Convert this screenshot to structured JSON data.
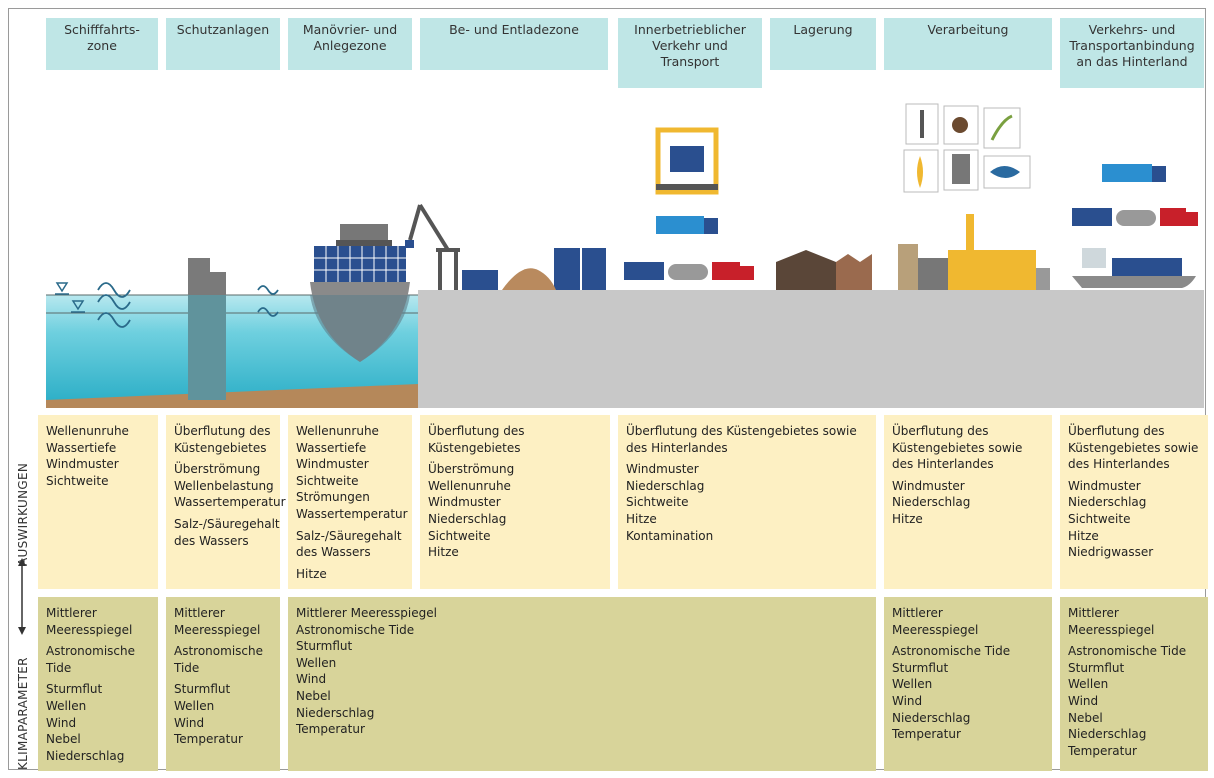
{
  "headers": [
    "Schifffahrts-\nzone",
    "Schutzanlagen",
    "Manövrier- und\nAnlegezone",
    "Be- und Entladezone",
    "Innerbetrieblicher\nVerkehr und\nTransport",
    "Lagerung",
    "Verarbeitung",
    "Verkehrs- und\nTransportanbindung\nan das Hinterland"
  ],
  "side_labels": {
    "impacts": "AUSWIRKUNGEN",
    "climate": "KLIMAPARAMETER"
  },
  "impacts": [
    [
      [
        "Wellenunruhe",
        "Wassertiefe",
        "Windmuster",
        "Sichtweite"
      ]
    ],
    [
      [
        "Überflutung des",
        "Küstengebietes"
      ],
      [
        "Überströmung",
        "Wellenbelastung",
        "Wassertemperatur"
      ],
      [
        "Salz-/Säuregehalt",
        "des Wassers"
      ]
    ],
    [
      [
        "Wellenunruhe",
        "Wassertiefe",
        "Windmuster",
        "Sichtweite",
        "Strömungen",
        "Wassertemperatur"
      ],
      [
        "Salz-/Säuregehalt",
        "des Wassers"
      ],
      [
        "Hitze"
      ]
    ],
    [
      [
        "Überflutung des",
        "Küstengebietes"
      ],
      [
        "Überströmung",
        "Wellenunruhe",
        "Windmuster",
        "Niederschlag",
        "Sichtweite",
        "Hitze"
      ]
    ],
    [
      [
        "Überflutung des Küstengebietes sowie",
        "des Hinterlandes"
      ],
      [
        "Windmuster",
        "Niederschlag",
        "Sichtweite",
        "Hitze",
        "Kontamination"
      ]
    ],
    [
      [
        "Überflutung des",
        "Küstengebietes sowie",
        "des Hinterlandes"
      ],
      [
        "Windmuster",
        "Niederschlag",
        "Hitze"
      ]
    ],
    [
      [
        "Überflutung des",
        "Küstengebietes sowie",
        "des Hinterlandes"
      ],
      [
        "Windmuster",
        "Niederschlag",
        "Sichtweite",
        "Hitze",
        "Niedrigwasser"
      ]
    ]
  ],
  "climate": [
    [
      [
        "Mittlerer",
        "Meeresspiegel"
      ],
      [
        "Astronomische",
        "Tide"
      ],
      [
        "Sturmflut",
        "Wellen",
        "Wind",
        "Nebel",
        "Niederschlag"
      ]
    ],
    [
      [
        "Mittlerer",
        "Meeresspiegel"
      ],
      [
        "Astronomische",
        "Tide"
      ],
      [
        "Sturmflut",
        "Wellen",
        "Wind",
        "Temperatur"
      ]
    ],
    [
      [
        "Mittlerer Meeresspiegel",
        "Astronomische Tide",
        "Sturmflut",
        "Wellen",
        "Wind",
        "Nebel",
        "Niederschlag",
        "Temperatur"
      ]
    ],
    [
      [
        "Mittlerer",
        "Meeresspiegel"
      ],
      [
        "Astronomische Tide",
        "Sturmflut",
        "Wellen",
        "Wind",
        "Niederschlag",
        "Temperatur"
      ]
    ],
    [
      [
        "Mittlerer",
        "Meeresspiegel"
      ],
      [
        "Astronomische Tide",
        "Sturmflut",
        "Wellen",
        "Wind",
        "Nebel",
        "Niederschlag",
        "Temperatur"
      ]
    ]
  ],
  "colors": {
    "header": "#bfe6e6",
    "impact": "#fdf0c3",
    "climate": "#d8d49a",
    "sea": "#5bc7d8",
    "land": "#c8c8c8",
    "container": "#2a4f8f"
  }
}
